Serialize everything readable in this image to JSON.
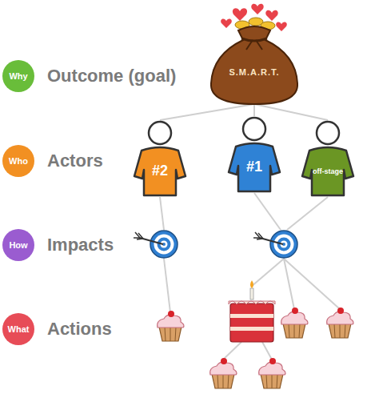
{
  "diagram": {
    "nodes": [
      {
        "text": [
          "Why",
          "Outcome (goal)"
        ]
      },
      {
        "text": [
          "S.M.A.R.T."
        ]
      },
      {
        "text": [
          "Who",
          "Actors"
        ]
      },
      {
        "text": [
          "#2"
        ]
      },
      {
        "text": [
          "#1"
        ]
      },
      {
        "text": [
          "off-stage"
        ]
      },
      {
        "text": [
          "How",
          "Impacts"
        ]
      },
      {
        "text": [
          "What",
          "Actions"
        ]
      }
    ],
    "edges": [
      {
        "from": 1,
        "to": 3,
        "arrow": "none"
      },
      {
        "from": 1,
        "to": 4,
        "arrow": "none"
      },
      {
        "from": 1,
        "to": 5,
        "arrow": "none"
      }
    ]
  }
}
